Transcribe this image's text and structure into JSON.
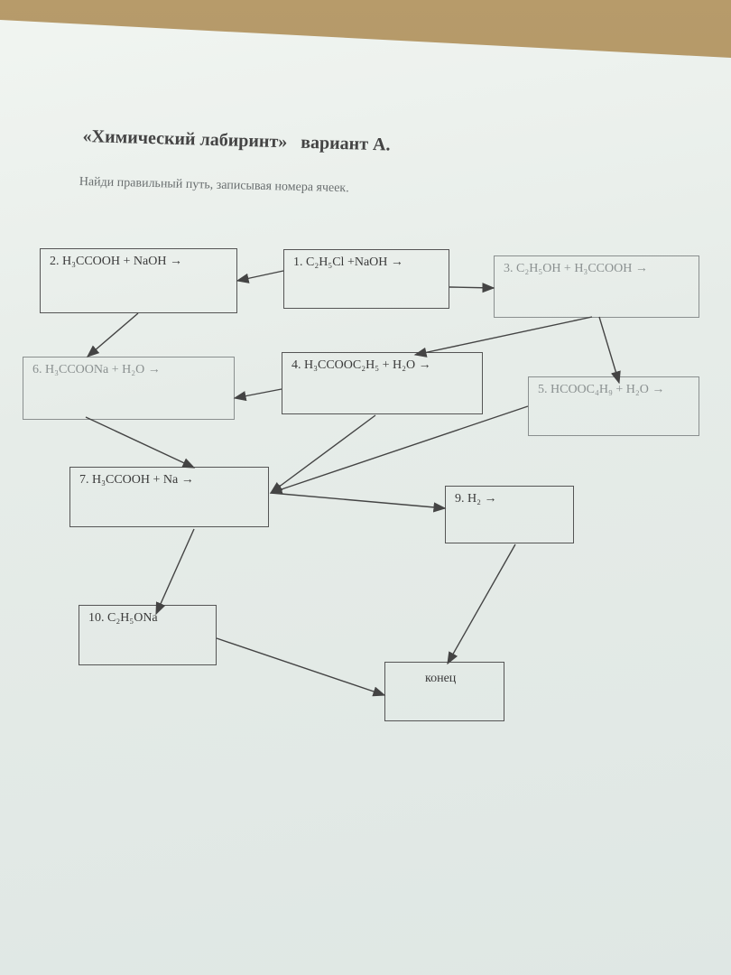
{
  "title": "«Химический лабиринт»   вариант А.",
  "subtitle": "Найди правильный путь, записывая номера ячеек.",
  "cells": {
    "c1": "1. C₂H₅Cl +NaOH →",
    "c2": "2. H₃CCOOH + NaOH →",
    "c3": "3. C₂H₅OH + H₃CCOOH →",
    "c4": "4. H₃CCOOC₂H₅ + H₂O →",
    "c5": "5. HCOOC₄H₉ + H₂O →",
    "c6": "6. H₃CCOONa + H₂O →",
    "c7": "7. H₃CCOOH + Na →",
    "c9": "9. H₂ →",
    "c10": "10. C₂H₅ONa",
    "end": "конец"
  },
  "arrows": [
    {
      "from": "1",
      "to": "2"
    },
    {
      "from": "1",
      "to": "3"
    },
    {
      "from": "2",
      "to": "6"
    },
    {
      "from": "3",
      "to": "4"
    },
    {
      "from": "3",
      "to": "5"
    },
    {
      "from": "4",
      "to": "6"
    },
    {
      "from": "6",
      "to": "7"
    },
    {
      "from": "4",
      "to": "7"
    },
    {
      "from": "5",
      "to": "7"
    },
    {
      "from": "7",
      "to": "9"
    },
    {
      "from": "7",
      "to": "10"
    },
    {
      "from": "9",
      "to": "end"
    },
    {
      "from": "10",
      "to": "end"
    }
  ]
}
